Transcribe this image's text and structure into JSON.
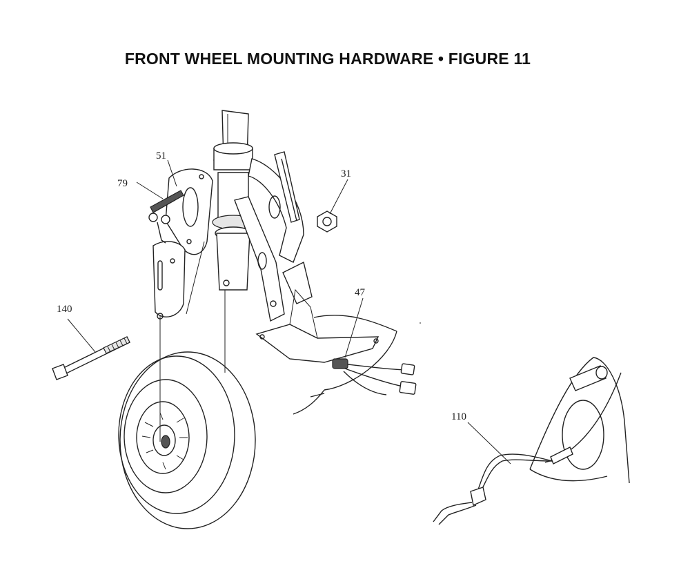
{
  "title": "FRONT WHEEL MOUNTING HARDWARE  •  FIGURE 11",
  "callouts": {
    "part_51": "51",
    "part_79": "79",
    "part_31": "31",
    "part_47": "47",
    "part_140": "140",
    "part_110": "110"
  }
}
